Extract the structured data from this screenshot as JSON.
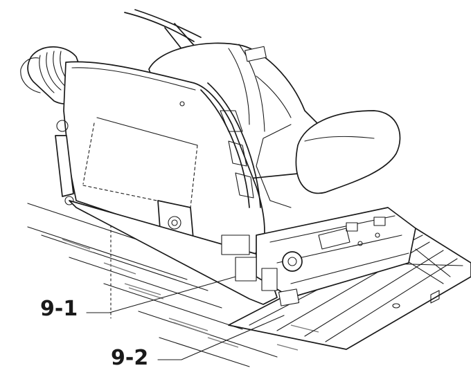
{
  "figure": {
    "callouts": [
      {
        "id": "9-1",
        "label": "9-1"
      },
      {
        "id": "9-2",
        "label": "9-2"
      }
    ],
    "line_color": "#1a1a1a",
    "background": "#ffffff"
  }
}
